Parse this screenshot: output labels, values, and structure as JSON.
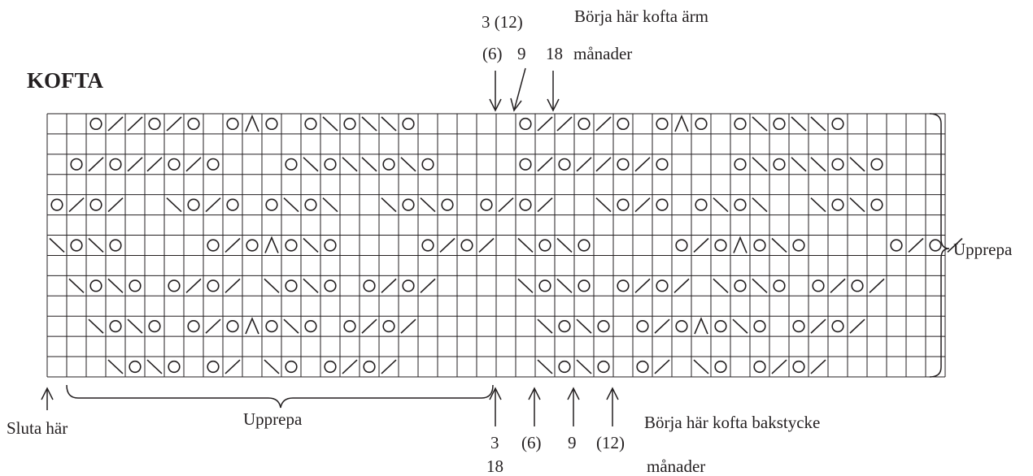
{
  "title": "KOFTA",
  "grid": {
    "cols": 46,
    "rows": 13
  },
  "pattern_rows": [
    {
      "row": 1,
      "start": 3,
      "cells": "O//O/O O^O O\\O\\\\O     O//O/O O^O O\\O\\\\O"
    },
    {
      "row": 3,
      "start": 2,
      "cells": "O/O//O/O   O\\O\\\\O\\O    O/O//O/O   O\\O\\\\O\\O"
    },
    {
      "row": 5,
      "start": 1,
      "cells": "O/O/  \\O/O O\\O\\  \\O\\O O/O/  \\O/O O\\O\\  \\O\\O"
    },
    {
      "row": 7,
      "start": 1,
      "cells": "\\O\\O    O/O^O\\O    O/O/ \\O\\O    O/O^O\\O    O/O/"
    },
    {
      "row": 9,
      "start": 2,
      "cells": "\\O\\O O/O/ \\O\\O O/O/    \\O\\O O/O/ \\O\\O O/O/"
    },
    {
      "row": 11,
      "start": 3,
      "cells": "\\O\\O O/O^O\\O O/O/      \\O\\O O/O^O\\O O/O/"
    },
    {
      "row": 13,
      "start": 4,
      "cells": "\\O\\O O/ \\O O/O/       \\O\\O O/ \\O O/O/"
    }
  ],
  "top_labels": {
    "size_3_12": "3 (12)",
    "start_sleeve": "Börja här kofta ärm",
    "size_6": "(6)",
    "size_9": "9",
    "size_18": "18",
    "months": "månader"
  },
  "right_label": "Upprepa",
  "bottom_labels": {
    "end_here": "Sluta här",
    "repeat": "Upprepa",
    "size_3": "3",
    "size_18": "18",
    "size_6": "(6)",
    "size_9": "9",
    "size_12": "(12)",
    "start_back": "Börja här kofta bakstycke",
    "months": "månader"
  },
  "colors": {
    "ink": "#231f20",
    "background": "#ffffff"
  }
}
